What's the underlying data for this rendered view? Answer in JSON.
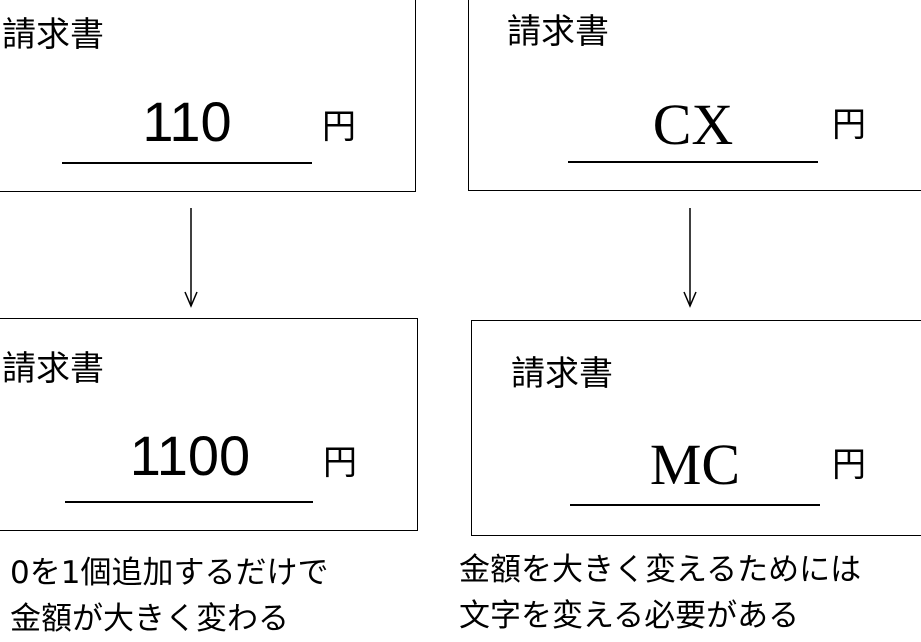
{
  "left": {
    "before": {
      "title": "請求書",
      "amount": "110",
      "unit": "円"
    },
    "after": {
      "title": "請求書",
      "amount": "1100",
      "unit": "円"
    },
    "caption": [
      "0を1個追加するだけで",
      "金額が大きく変わる"
    ]
  },
  "right": {
    "before": {
      "title": "請求書",
      "amount": "CX",
      "unit": "円"
    },
    "after": {
      "title": "請求書",
      "amount": "MC",
      "unit": "円"
    },
    "caption": [
      "金額を大きく変えるためには",
      "文字を変える必要がある"
    ]
  }
}
